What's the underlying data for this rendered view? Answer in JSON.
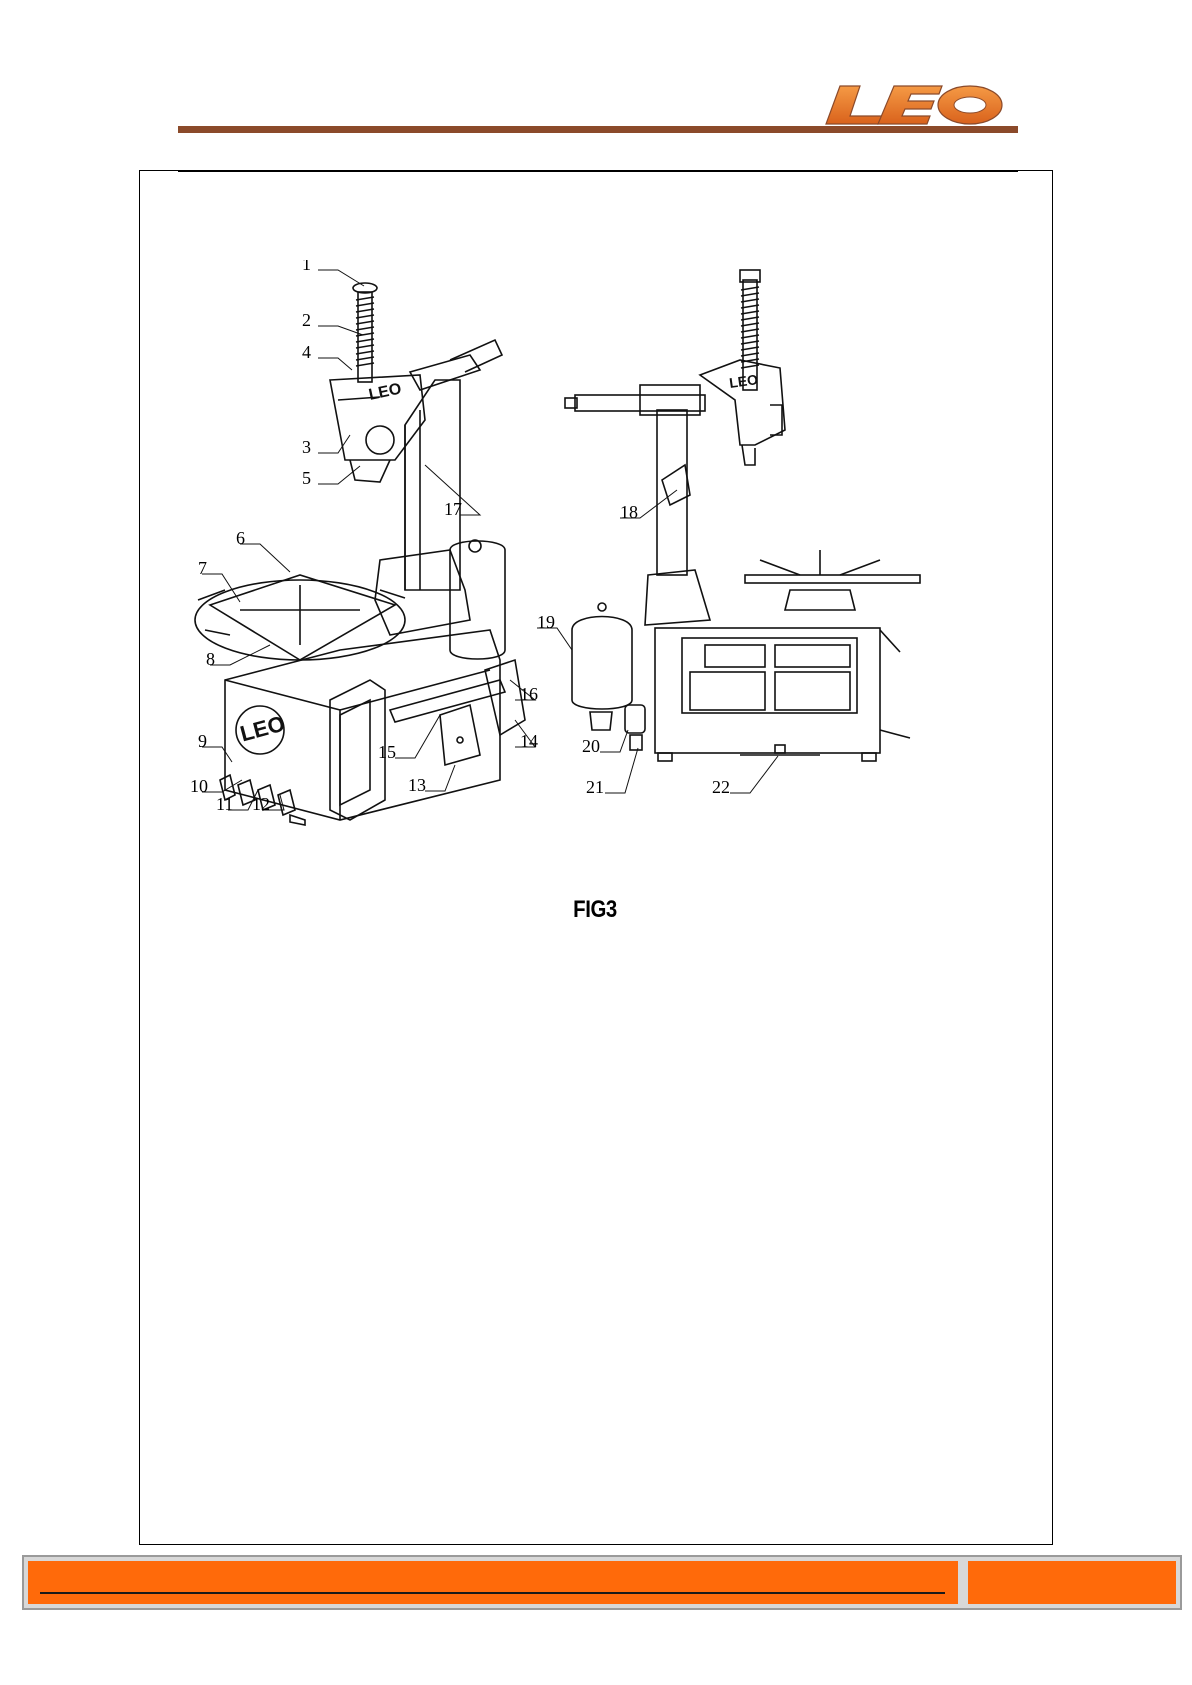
{
  "header": {
    "brand": "LEO",
    "colors": {
      "rule": "#8b4a2a",
      "logo": "#e87722",
      "footer": "#ff6a0a"
    }
  },
  "figure": {
    "caption": "FIG3",
    "callouts": [
      "1",
      "2",
      "3",
      "4",
      "5",
      "6",
      "7",
      "8",
      "9",
      "10",
      "11",
      "12",
      "13",
      "14",
      "15",
      "16",
      "17",
      "18",
      "19",
      "20",
      "21",
      "22"
    ]
  }
}
